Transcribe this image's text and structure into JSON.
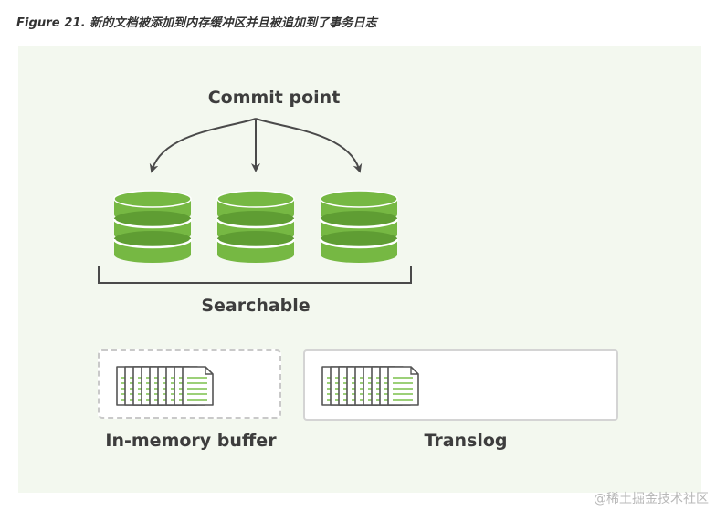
{
  "caption": "Figure 21. 新的文档被添加到内存缓冲区并且被追加到了事务日志",
  "labels": {
    "commit_point": "Commit point",
    "searchable": "Searchable",
    "in_memory_buffer": "In-memory buffer",
    "translog": "Translog"
  },
  "watermark": "@稀土掘金技术社区",
  "colors": {
    "segment_green": "#76b843",
    "segment_dark": "#5f9d33",
    "doc_line_green": "#7cc04b",
    "panel_bg": "#f3f8ef",
    "text": "#3d3d3d"
  },
  "icons": {
    "segment": "database-cylinder-icon",
    "document": "document-stack-icon"
  }
}
